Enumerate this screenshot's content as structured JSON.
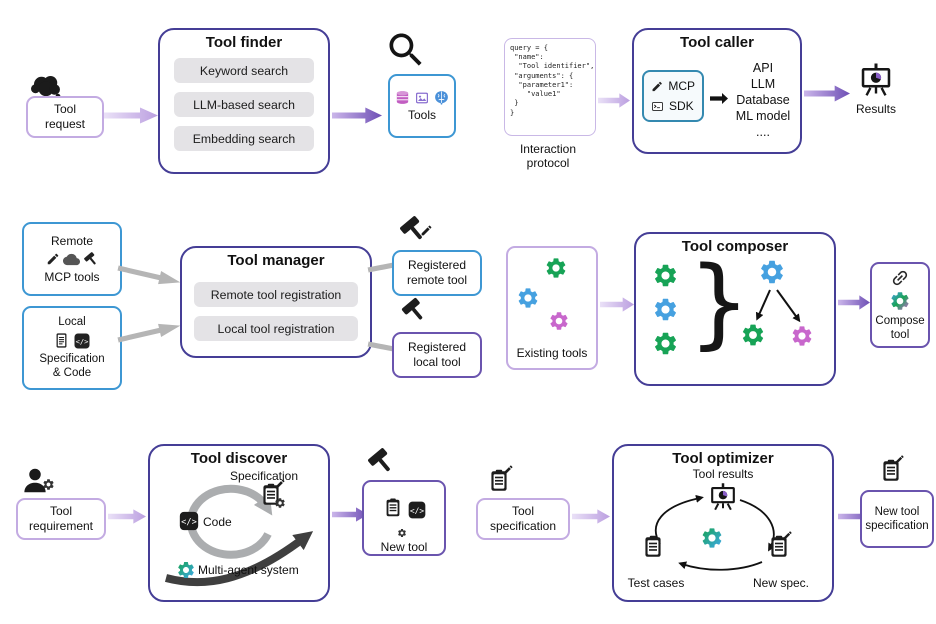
{
  "icons": [
    "thought-cloud",
    "magnifier",
    "database",
    "image",
    "brain",
    "pen",
    "terminal",
    "black-arrow",
    "presentation-chart",
    "hammer",
    "cloud",
    "document",
    "code-badge",
    "gear",
    "chain-link",
    "person",
    "clipboard",
    "flow-arrow"
  ],
  "colors": {
    "box_border_dark": "#453e96",
    "box_border_purple": "#6a54ae",
    "box_border_purple_light": "#c3abe2",
    "box_border_blue": "#3d97d3",
    "mcp_box_border": "#3489b0",
    "pill_bg": "#e4e3e6",
    "arrow_light": "#bb9fe0",
    "arrow_dark": "#6e4fb5",
    "arrow_gray": "#b5b5b5",
    "gear_green": "#17a356",
    "gear_blue": "#46a1e0",
    "gear_magenta": "#c867cc"
  },
  "finder": {
    "title": "Tool finder",
    "input": "Tool\nrequest",
    "methods": [
      "Keyword search",
      "LLM-based search",
      "Embedding search"
    ],
    "output": "Tools"
  },
  "caller": {
    "title": "Tool caller",
    "code": "query = {\n \"name\":\n  \"Tool identifier\",\n \"arguments\": {\n  \"parameter1\":\n    \"value1\"\n }\n}",
    "input_label": "Interaction\nprotocol",
    "mcp": "MCP",
    "sdk": "SDK",
    "targets": [
      "API",
      "LLM",
      "Database",
      "ML model",
      "...."
    ],
    "output": "Results"
  },
  "manager": {
    "title": "Tool manager",
    "remote": "Remote",
    "remote_sub": "MCP tools",
    "local": "Local",
    "local_sub": "Specification\n& Code",
    "methods": [
      "Remote tool registration",
      "Local tool registration"
    ],
    "out_remote": "Registered\nremote tool",
    "out_local": "Registered\nlocal tool"
  },
  "composer": {
    "title": "Tool composer",
    "input": "Existing tools",
    "brace": "}",
    "output": "Compose\ntool"
  },
  "discover": {
    "title": "Tool discover",
    "input": "Tool\nrequirement",
    "spec": "Specification",
    "code": "Code",
    "agent": "Multi-agent system",
    "output": "New tool"
  },
  "optimizer": {
    "title": "Tool optimizer",
    "input": "Tool\nspecification",
    "results": "Tool results",
    "tests": "Test cases",
    "newspec": "New spec.",
    "output": "New tool\nspecification"
  }
}
